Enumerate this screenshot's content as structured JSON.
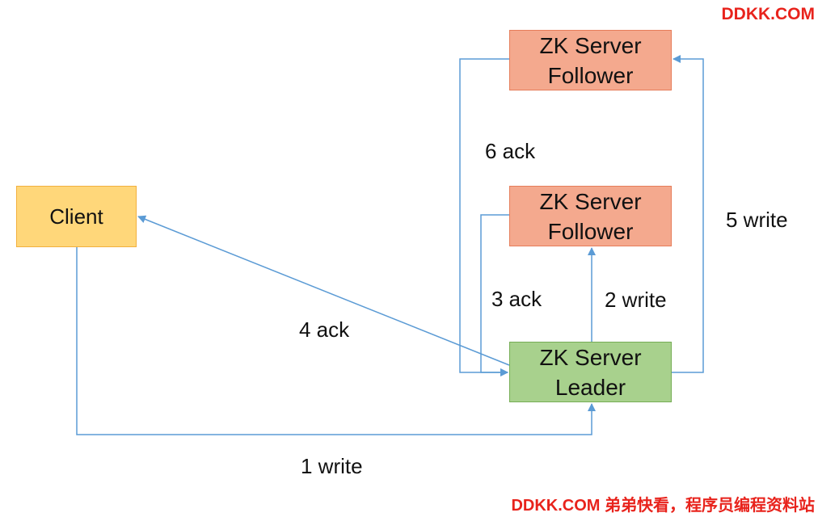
{
  "watermark": {
    "top": "DDKK.COM",
    "bottom": "DDKK.COM 弟弟快看，程序员编程资料站"
  },
  "nodes": {
    "client": {
      "label": "Client"
    },
    "follower_top": {
      "line1": "ZK Server",
      "line2": "Follower"
    },
    "follower_middle": {
      "line1": "ZK Server",
      "line2": "Follower"
    },
    "leader": {
      "line1": "ZK Server",
      "line2": "Leader"
    }
  },
  "edges": [
    {
      "id": "e1",
      "label": "1 write",
      "from": "client",
      "to": "leader"
    },
    {
      "id": "e2",
      "label": "2 write",
      "from": "leader",
      "to": "follower_middle"
    },
    {
      "id": "e3",
      "label": "3 ack",
      "from": "follower_middle",
      "to": "leader"
    },
    {
      "id": "e4",
      "label": "4 ack",
      "from": "leader",
      "to": "client"
    },
    {
      "id": "e5",
      "label": "5 write",
      "from": "leader",
      "to": "follower_top"
    },
    {
      "id": "e6",
      "label": "6 ack",
      "from": "follower_top",
      "to": "leader"
    }
  ],
  "colors": {
    "edge": "#5b9bd5",
    "client_fill": "#ffd77a",
    "follower_fill": "#f4a98e",
    "leader_fill": "#a8d18d",
    "watermark": "#e8231c"
  }
}
